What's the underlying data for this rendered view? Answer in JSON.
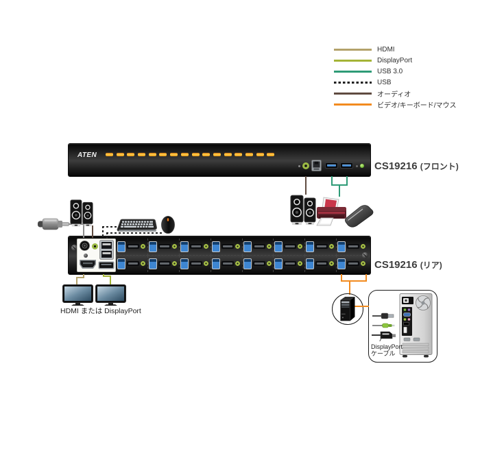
{
  "legend": {
    "items": [
      {
        "label": "HDMI",
        "color": "#b3a26b",
        "dashed": false
      },
      {
        "label": "DisplayPort",
        "color": "#a4b437",
        "dashed": false
      },
      {
        "label": "USB 3.0",
        "color": "#2e9b77",
        "dashed": false
      },
      {
        "label": "USB",
        "color": "#1f1f1f",
        "dashed": true
      },
      {
        "label": "オーディオ",
        "color": "#5f4b40",
        "dashed": false
      },
      {
        "label": "ビデオ/キーボード/マウス",
        "color": "#f28b1f",
        "dashed": false
      }
    ]
  },
  "front_panel": {
    "brand": "ATEN",
    "model": "CS19216",
    "view_label": "(フロント)",
    "led_count": 16
  },
  "rear_panel": {
    "model": "CS19216",
    "view_label": "(リア)",
    "port_columns": 8,
    "port_rows": 2
  },
  "labels": {
    "monitors": "HDMI または DisplayPort",
    "dp_cable_mark": "/",
    "dp_cable_line1": "DisplayPort",
    "dp_cable_line2": "ケーブル"
  },
  "line_colors": {
    "hdmi": "#b3a26b",
    "displayport": "#a4b437",
    "usb3": "#2e9b77",
    "usb": "#1f1f1f",
    "audio": "#5f4b40",
    "video_kb_mouse": "#f28b1f",
    "power": "#8c8c8c"
  },
  "peripherals": {
    "front_devices": [
      "speakers",
      "printer",
      "scanner"
    ],
    "console_devices": [
      "speakers",
      "power-adapter",
      "keyboard",
      "mouse",
      "monitor",
      "monitor"
    ],
    "source_device": "tower-pc"
  }
}
